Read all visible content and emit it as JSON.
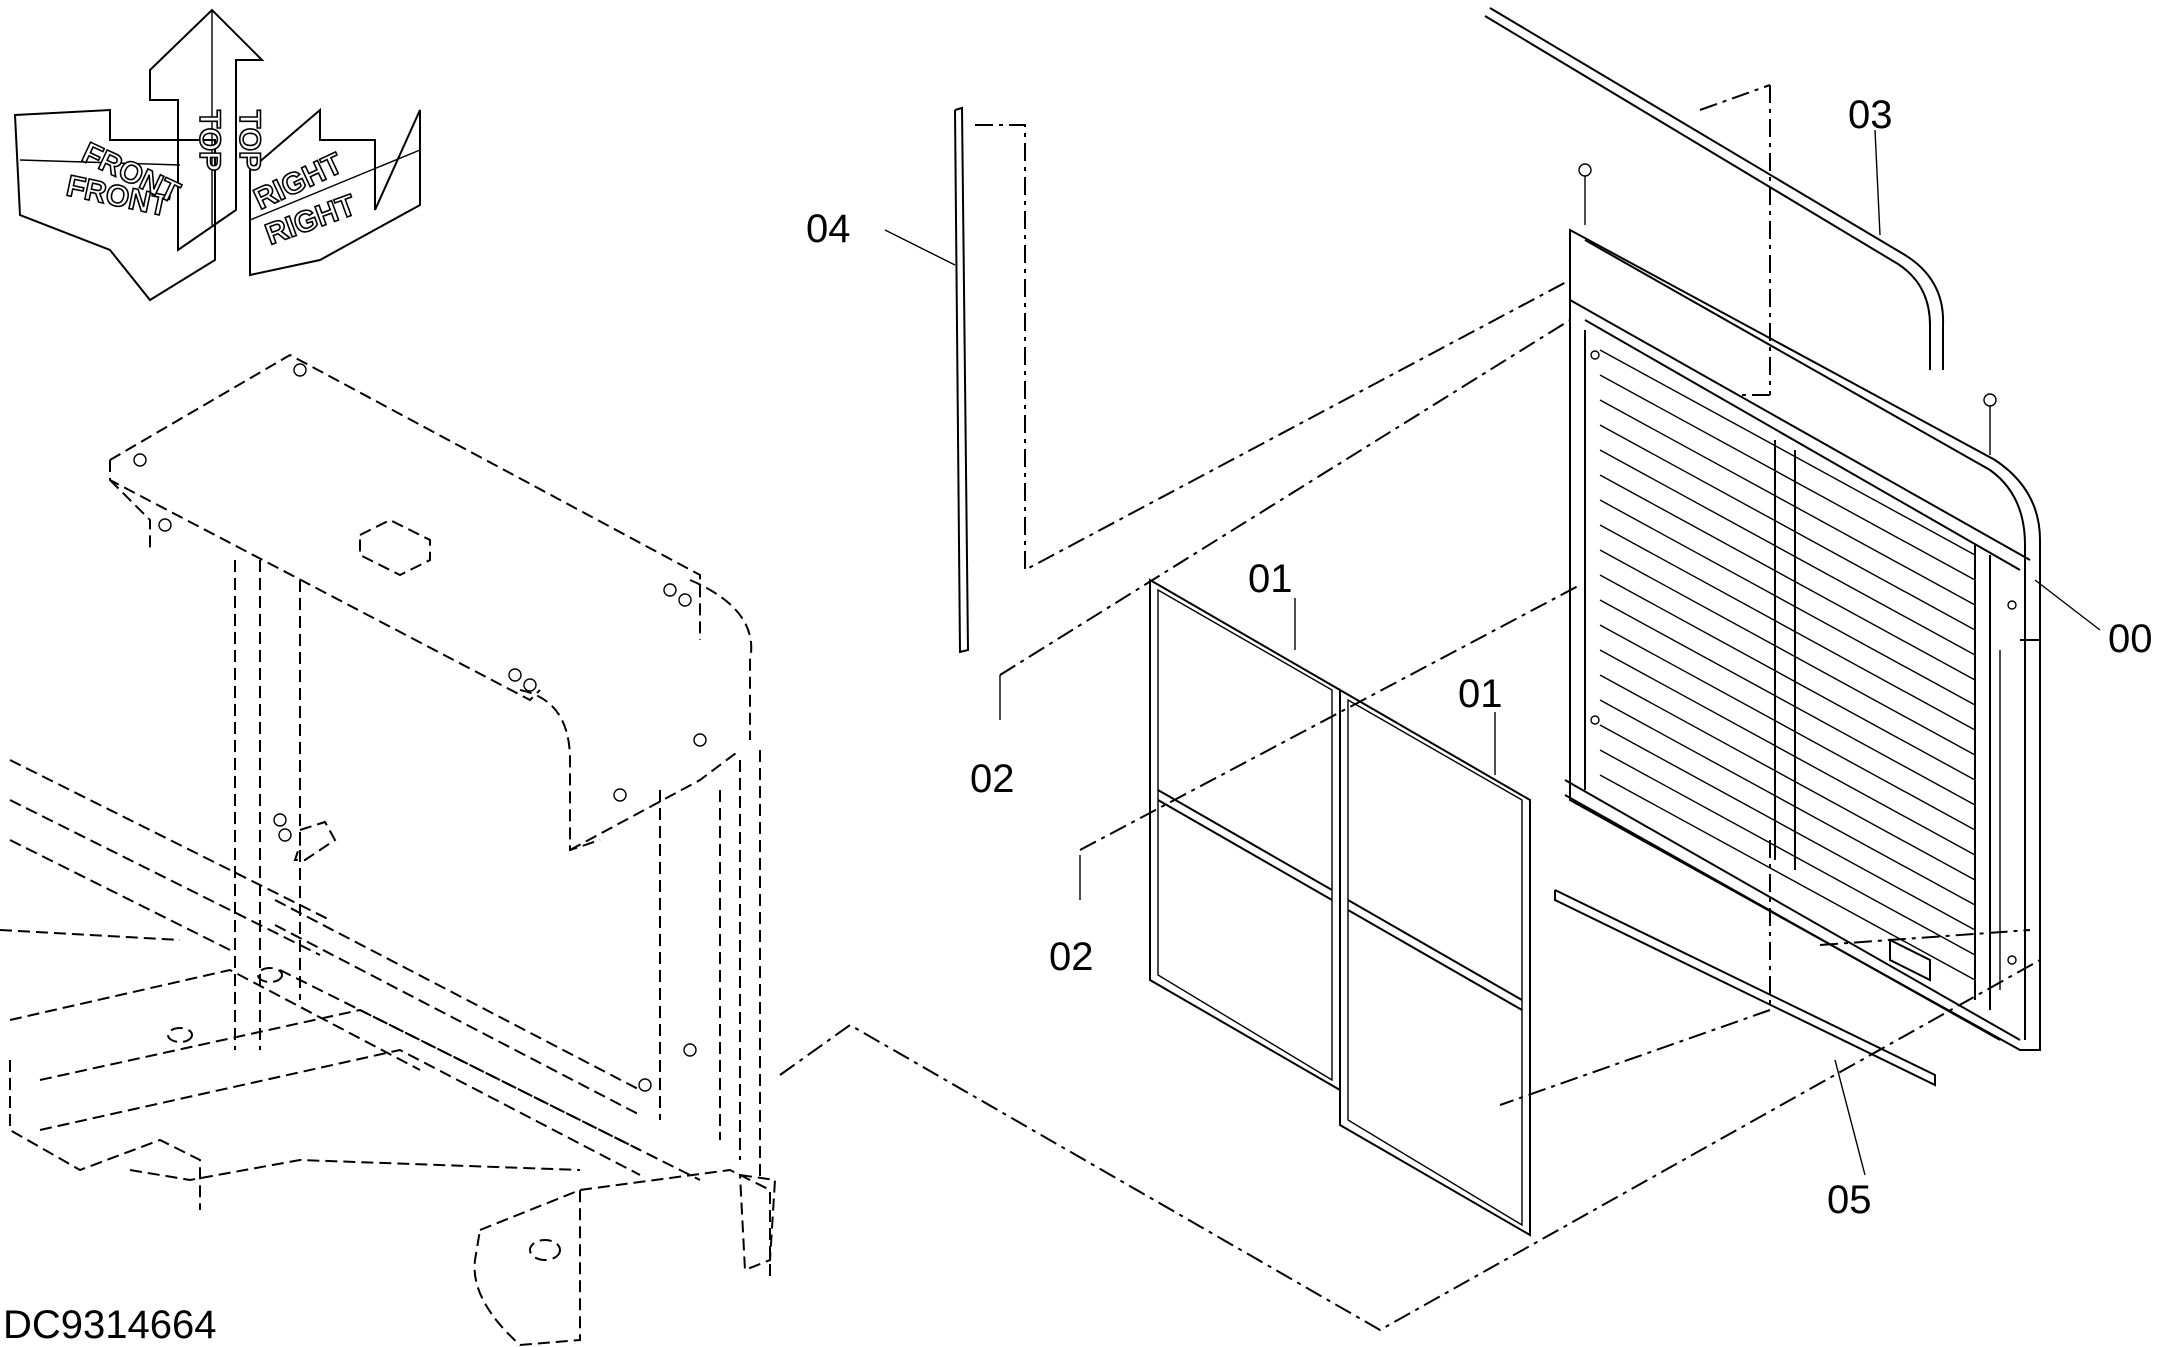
{
  "diagram": {
    "drawing_code": "DC9314664",
    "orientation": {
      "top_label": "TOP",
      "front_label": "FRONT",
      "right_label": "RIGHT"
    },
    "callouts": [
      {
        "id": "00"
      },
      {
        "id": "01"
      },
      {
        "id": "01"
      },
      {
        "id": "02"
      },
      {
        "id": "02"
      },
      {
        "id": "03"
      },
      {
        "id": "04"
      },
      {
        "id": "05"
      }
    ]
  }
}
